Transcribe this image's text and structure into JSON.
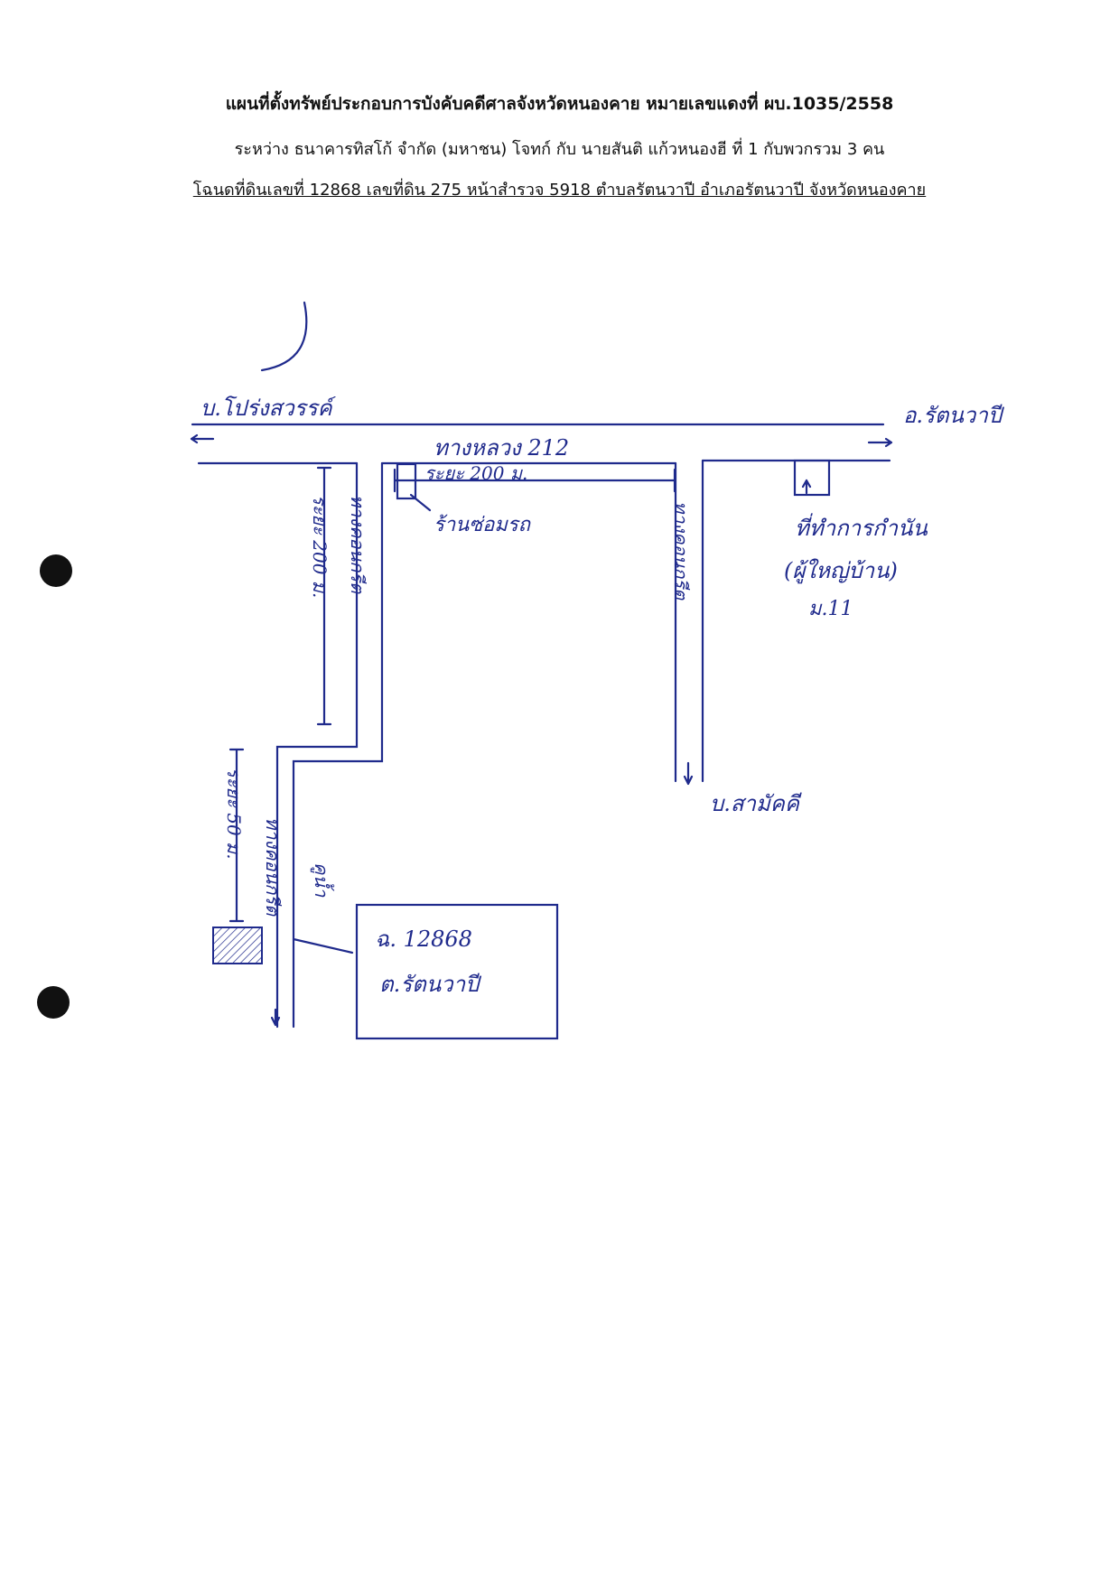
{
  "header": {
    "title": "แผนที่ตั้งทรัพย์ประกอบการบังคับคดีศาลจังหวัดหนองคาย  หมายเลขแดงที่ ผบ.1035/2558",
    "parties": "ระหว่าง ธนาคารทิสโก้ จำกัด (มหาชน) โจทก์ กับ นายสันติ  แก้วหนองฮี ที่ 1 กับพวกรวม 3 คน",
    "deed": "โฉนดที่ดินเลขที่ 12868 เลขที่ดิน 275 หน้าสำรวจ 5918 ตำบลรัตนวาปี อำเภอรัตนวาปี  จังหวัดหนองคาย"
  },
  "map": {
    "labels": {
      "west_village": "บ.โปร่งสวรรค์",
      "east_district": "อ.รัตนวาปี",
      "main_road": "ทางหลวง 212",
      "distance_top": "ระยะ 200 ม.",
      "repair_shop": "ร้านซ่อมรถ",
      "distance_left_1": "ระยะ 200 ม.",
      "road_side_1": "ทางคอนกรีต",
      "road_right": "ทางคอนกรีต",
      "district_office": "ที่ทำการกำนัน",
      "office_village": "(ผู้ใหญ่บ้าน)",
      "office_moo": "ม.11",
      "south_village": "บ.สามัคคี",
      "distance_left_2": "ระยะ 50 ม.",
      "road_side_2": "ทางคอนกรีต",
      "ditch": "คูน้ำ",
      "plot_deed": "ฉ. 12868",
      "plot_tambon": "ต.รัตนวาปี"
    },
    "colors": {
      "ink": "#1f2a8c",
      "text": "#111111",
      "paper": "#ffffff"
    }
  }
}
